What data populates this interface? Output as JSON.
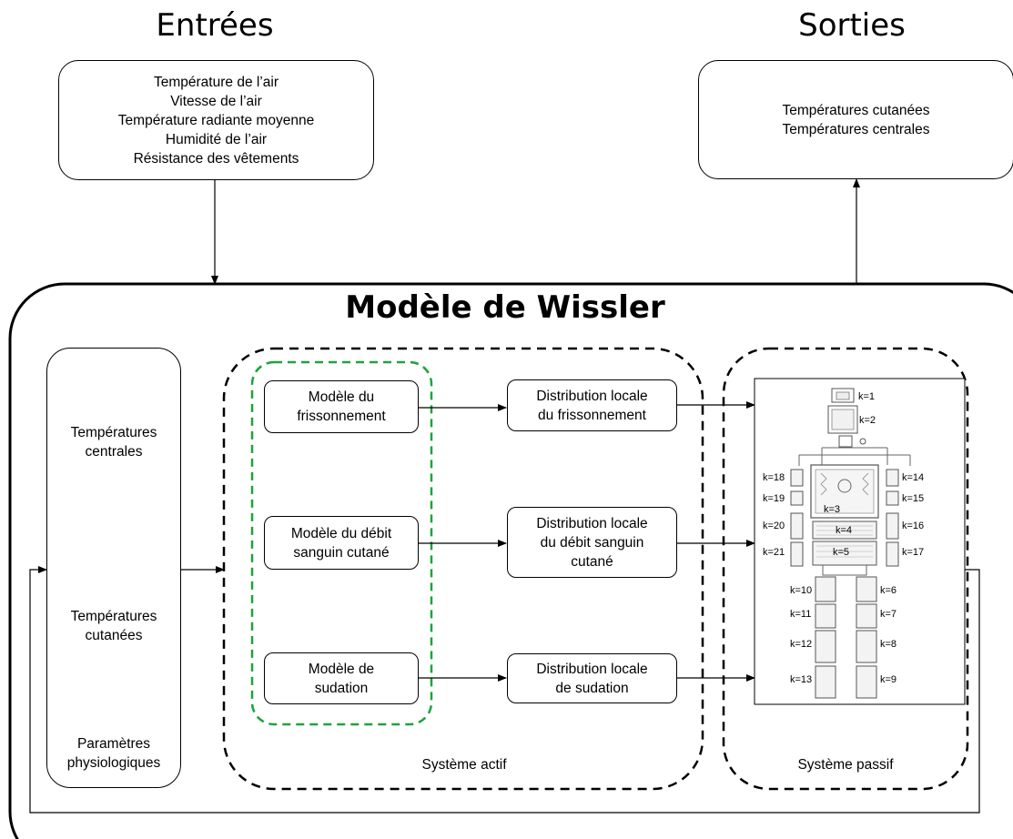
{
  "headings": {
    "inputs": "Entrées",
    "outputs": "Sorties",
    "model": "Modèle de Wissler"
  },
  "inputs_box": {
    "lines": [
      "Température de l’air",
      "Vitesse de l’air",
      "Température radiante moyenne",
      "Humidité de l’air",
      "Résistance des vêtements"
    ]
  },
  "outputs_box": {
    "lines": [
      "Températures cutanées",
      "Températures centrales"
    ]
  },
  "left_panel": {
    "central_temps": [
      "Températures",
      "centrales"
    ],
    "skin_temps": [
      "Températures",
      "cutanées"
    ],
    "physio_params": [
      "Paramètres",
      "physiologiques"
    ]
  },
  "active_system": {
    "label": "Système actif",
    "models": [
      [
        "Modèle du",
        "frissonnement"
      ],
      [
        "Modèle du débit",
        "sanguin cutané"
      ],
      [
        "Modèle de",
        "sudation"
      ]
    ],
    "distributions": [
      [
        "Distribution locale",
        "du frissonnement"
      ],
      [
        "Distribution locale",
        "du débit sanguin",
        "cutané"
      ],
      [
        "Distribution locale",
        "de sudation"
      ]
    ]
  },
  "passive_system": {
    "label": "Système passif",
    "segments": [
      "k=1",
      "k=2",
      "k=3",
      "k=4",
      "k=5",
      "k=6",
      "k=7",
      "k=8",
      "k=9",
      "k=10",
      "k=11",
      "k=12",
      "k=13",
      "k=14",
      "k=15",
      "k=16",
      "k=17",
      "k=18",
      "k=19",
      "k=20",
      "k=21"
    ]
  },
  "colors": {
    "line": "#000000",
    "controller_group_border": "#1fa33a"
  }
}
